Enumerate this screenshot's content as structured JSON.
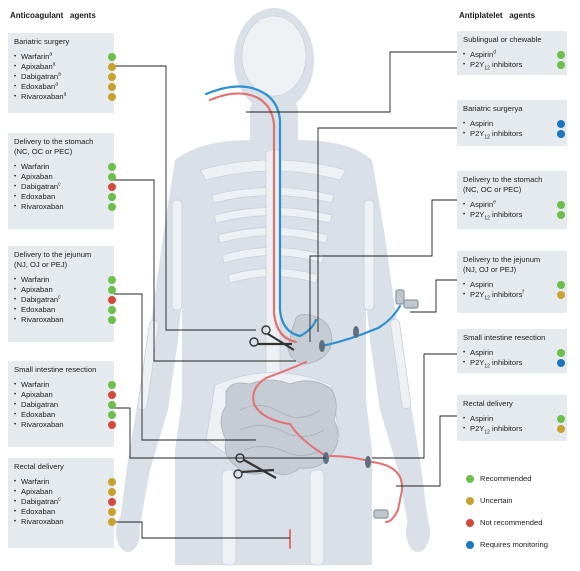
{
  "headers": {
    "left": "Anticoagulant   agents",
    "right": "Antiplatelet   agents"
  },
  "colors": {
    "recommended": "#6cbf4b",
    "uncertain": "#c9a12e",
    "not_recommended": "#d34a3c",
    "monitoring": "#1d77c0",
    "body": "#d9e0e7",
    "bone": "#eef1f4",
    "vessel_red": "#e07272",
    "vessel_blue": "#2c8fd0"
  },
  "legend": [
    {
      "label": "Recommended",
      "status": "recommended"
    },
    {
      "label": "Uncertain",
      "status": "uncertain"
    },
    {
      "label": "Not recommended",
      "status": "not_recommended"
    },
    {
      "label": "Requires monitoring",
      "status": "monitoring"
    }
  ],
  "left_boxes": [
    {
      "title": "Bariatric surgery",
      "drugs": [
        {
          "name": "Warfarin",
          "mark": "a",
          "status": "recommended"
        },
        {
          "name": "Apixaban",
          "mark": "a",
          "status": "uncertain"
        },
        {
          "name": "Dabigatran",
          "mark": "a",
          "status": "uncertain"
        },
        {
          "name": "Edoxaban",
          "mark": "a",
          "status": "uncertain"
        },
        {
          "name": "Rivaroxaban",
          "mark": "a",
          "status": "uncertain"
        }
      ]
    },
    {
      "title": "Delivery to the stomach\n(NC, OC or PEC)",
      "drugs": [
        {
          "name": "Warfarin",
          "mark": "",
          "status": "recommended"
        },
        {
          "name": "Apixaban",
          "mark": "",
          "status": "recommended"
        },
        {
          "name": "Dabigatran",
          "mark": "c",
          "status": "not_recommended"
        },
        {
          "name": "Edoxaban",
          "mark": "",
          "status": "recommended"
        },
        {
          "name": "Rivaroxaban",
          "mark": "",
          "status": "recommended"
        }
      ]
    },
    {
      "title": "Delivery to the jejunum\n(NJ, OJ or PEJ)",
      "drugs": [
        {
          "name": "Warfarin",
          "mark": "",
          "status": "recommended"
        },
        {
          "name": "Apixaban",
          "mark": "",
          "status": "recommended"
        },
        {
          "name": "Dabigatran",
          "mark": "c",
          "status": "not_recommended"
        },
        {
          "name": "Edoxaban",
          "mark": "",
          "status": "recommended"
        },
        {
          "name": "Rivaroxaban",
          "mark": "",
          "status": "recommended"
        }
      ]
    },
    {
      "title": "Small intestine resection",
      "drugs": [
        {
          "name": "Warfarin",
          "mark": "",
          "status": "recommended"
        },
        {
          "name": "Apixaban",
          "mark": "",
          "status": "not_recommended"
        },
        {
          "name": "Dabigatran",
          "mark": "",
          "status": "recommended"
        },
        {
          "name": "Edoxaban",
          "mark": "",
          "status": "recommended"
        },
        {
          "name": "Rivaroxaban",
          "mark": "",
          "status": "not_recommended"
        }
      ]
    },
    {
      "title": "Rectal delivery",
      "drugs": [
        {
          "name": "Warfarin",
          "mark": "",
          "status": "uncertain"
        },
        {
          "name": "Apixaban",
          "mark": "",
          "status": "uncertain"
        },
        {
          "name": "Dabigatran",
          "mark": "c",
          "status": "not_recommended"
        },
        {
          "name": "Edoxaban",
          "mark": "",
          "status": "uncertain"
        },
        {
          "name": "Rivaroxaban",
          "mark": "",
          "status": "uncertain"
        }
      ]
    }
  ],
  "right_boxes": [
    {
      "title": "Sublingual or chewable",
      "drugs": [
        {
          "name": "Aspirin",
          "mark": "d",
          "status": "recommended"
        },
        {
          "name": "P2Y",
          "sub": "12",
          "tail": "  inhibitors",
          "mark": "",
          "status": "recommended"
        }
      ]
    },
    {
      "title": "Bariatric surgery",
      "title_mark": "a",
      "drugs": [
        {
          "name": "Aspirin",
          "mark": "",
          "status": "monitoring"
        },
        {
          "name": "P2Y",
          "sub": "12",
          "tail": "  inhibitors",
          "mark": "",
          "status": "monitoring"
        }
      ]
    },
    {
      "title": "Delivery to the stomach\n(NC, OC or PEC)",
      "drugs": [
        {
          "name": "Aspirin",
          "mark": "e",
          "status": "recommended"
        },
        {
          "name": "P2Y",
          "sub": "12",
          "tail": "  inhibitors",
          "mark": "",
          "status": "recommended"
        }
      ]
    },
    {
      "title": "Delivery to the jejunum\n(NJ, OJ or PEJ)",
      "drugs": [
        {
          "name": "Aspirin",
          "mark": "",
          "status": "recommended"
        },
        {
          "name": "P2Y",
          "sub": "12",
          "tail": "  inhibitors",
          "mark": "f",
          "status": "uncertain"
        }
      ]
    },
    {
      "title": "Small intestine resection",
      "drugs": [
        {
          "name": "Aspirin",
          "mark": "",
          "status": "recommended"
        },
        {
          "name": "P2Y",
          "sub": "12",
          "tail": "  inhibitors",
          "mark": "",
          "status": "monitoring"
        }
      ]
    },
    {
      "title": "Rectal delivery",
      "drugs": [
        {
          "name": "Aspirin",
          "mark": "",
          "status": "recommended"
        },
        {
          "name": "P2Y",
          "sub": "12",
          "tail": "  inhibitors",
          "mark": "",
          "status": "uncertain"
        }
      ]
    }
  ]
}
